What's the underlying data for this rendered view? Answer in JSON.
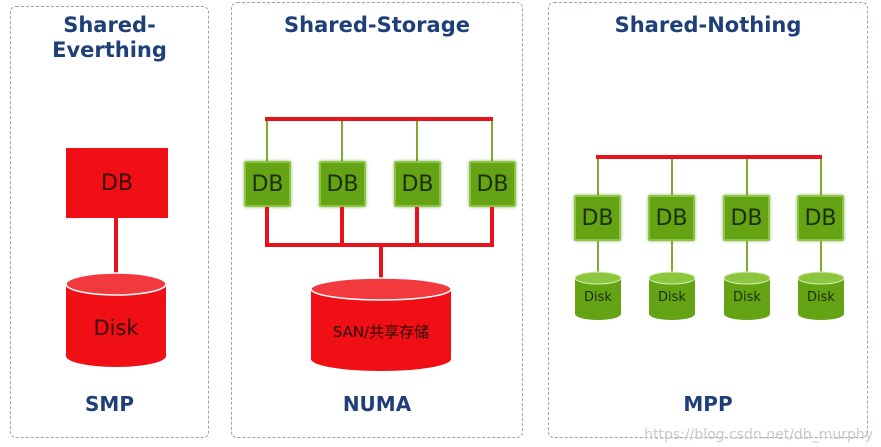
{
  "panels": [
    {
      "title_lines": [
        "Shared-",
        "Everthing"
      ],
      "footer": "SMP",
      "db_label": "DB",
      "disk_label": "Disk"
    },
    {
      "title": "Shared-Storage",
      "footer": "NUMA",
      "db_labels": [
        "DB",
        "DB",
        "DB",
        "DB"
      ],
      "storage_label": "SAN/共享存储"
    },
    {
      "title": "Shared-Nothing",
      "footer": "MPP",
      "db_labels": [
        "DB",
        "DB",
        "DB",
        "DB"
      ],
      "disk_labels": [
        "Disk",
        "Disk",
        "Disk",
        "Disk"
      ]
    }
  ],
  "watermark": "https://blog.csdn.net/db_murphy",
  "colors": {
    "title": "#1f3f78",
    "red": "#ef0f14",
    "green": "#63a314",
    "border": "#9aa3b5"
  }
}
